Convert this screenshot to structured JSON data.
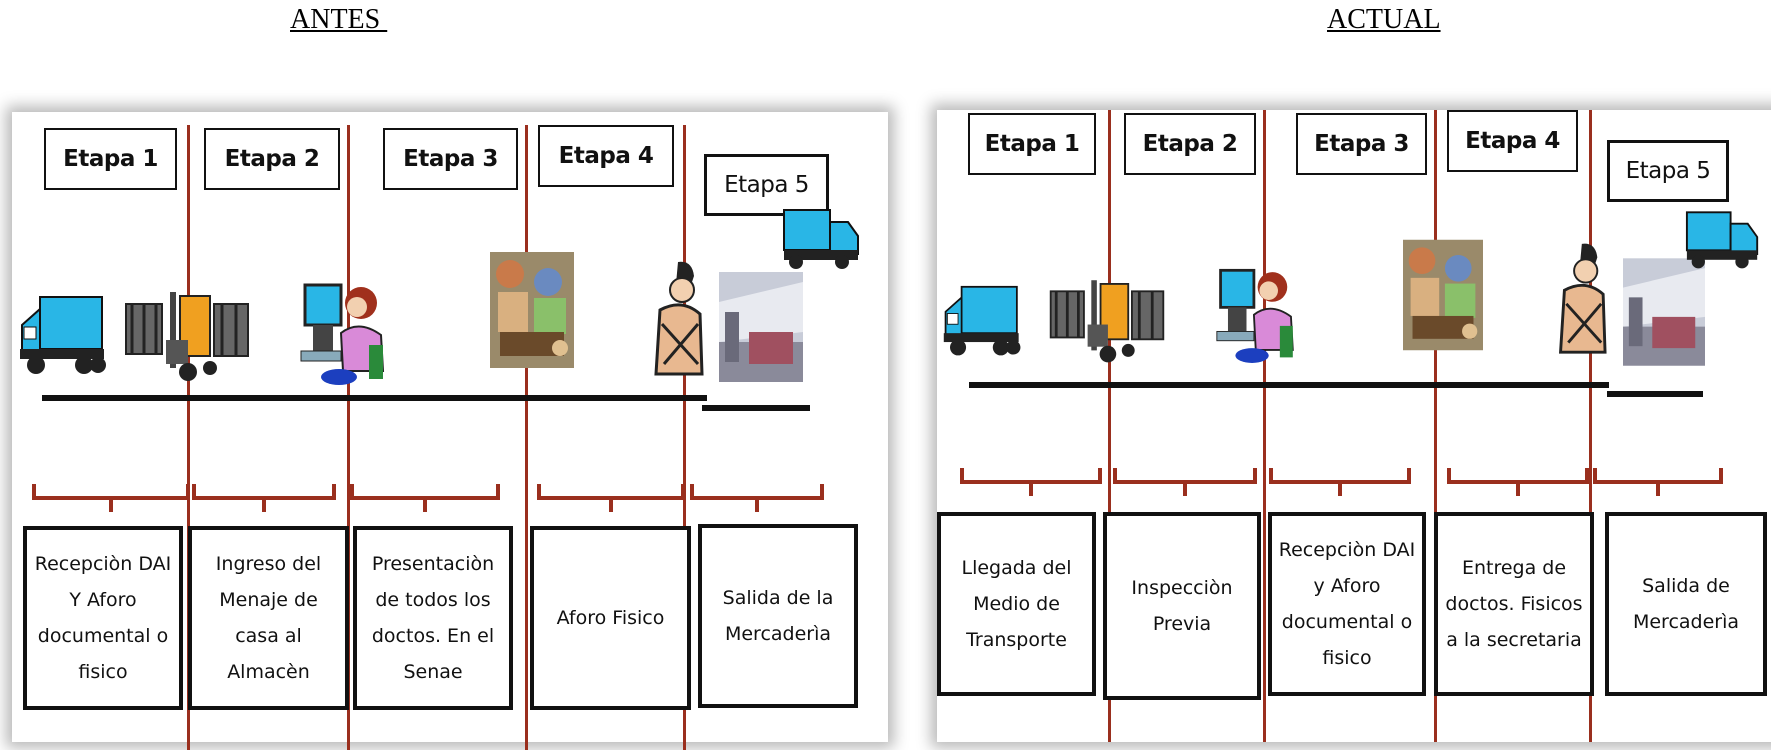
{
  "antes": {
    "title": "ANTES ",
    "stages": [
      "Etapa 1",
      "Etapa 2",
      "Etapa 3",
      "Etapa 4",
      "Etapa 5"
    ],
    "descriptions": [
      "Recepciòn DAI Y Aforo documental o fisico",
      "Ingreso del Menaje de casa al Almacèn",
      "Presentaciòn de todos los doctos. En el Senae",
      "Aforo Fisico",
      "Salida de la Mercaderìa"
    ]
  },
  "actual": {
    "title": "ACTUAL",
    "stages": [
      "Etapa 1",
      "Etapa 2",
      "Etapa 3",
      "Etapa 4",
      "Etapa 5"
    ],
    "descriptions": [
      "Llegada del Medio de Transporte",
      "Inspecciòn Previa",
      "Recepciòn DAI y Aforo documental o fisico",
      "Entrega de doctos. Fisicos a la secretaria",
      "Salida de Mercaderìa"
    ]
  },
  "icons": [
    "truck-icon",
    "forklift-icon",
    "computer-operator-icon",
    "inspection-photo-icon",
    "worker-icon",
    "warehouse-photo-icon"
  ],
  "colors": {
    "divider": "#9a2f1e",
    "brace": "#9a2f1e",
    "truck": "#29b6e6",
    "forklift": "#f0a020"
  }
}
